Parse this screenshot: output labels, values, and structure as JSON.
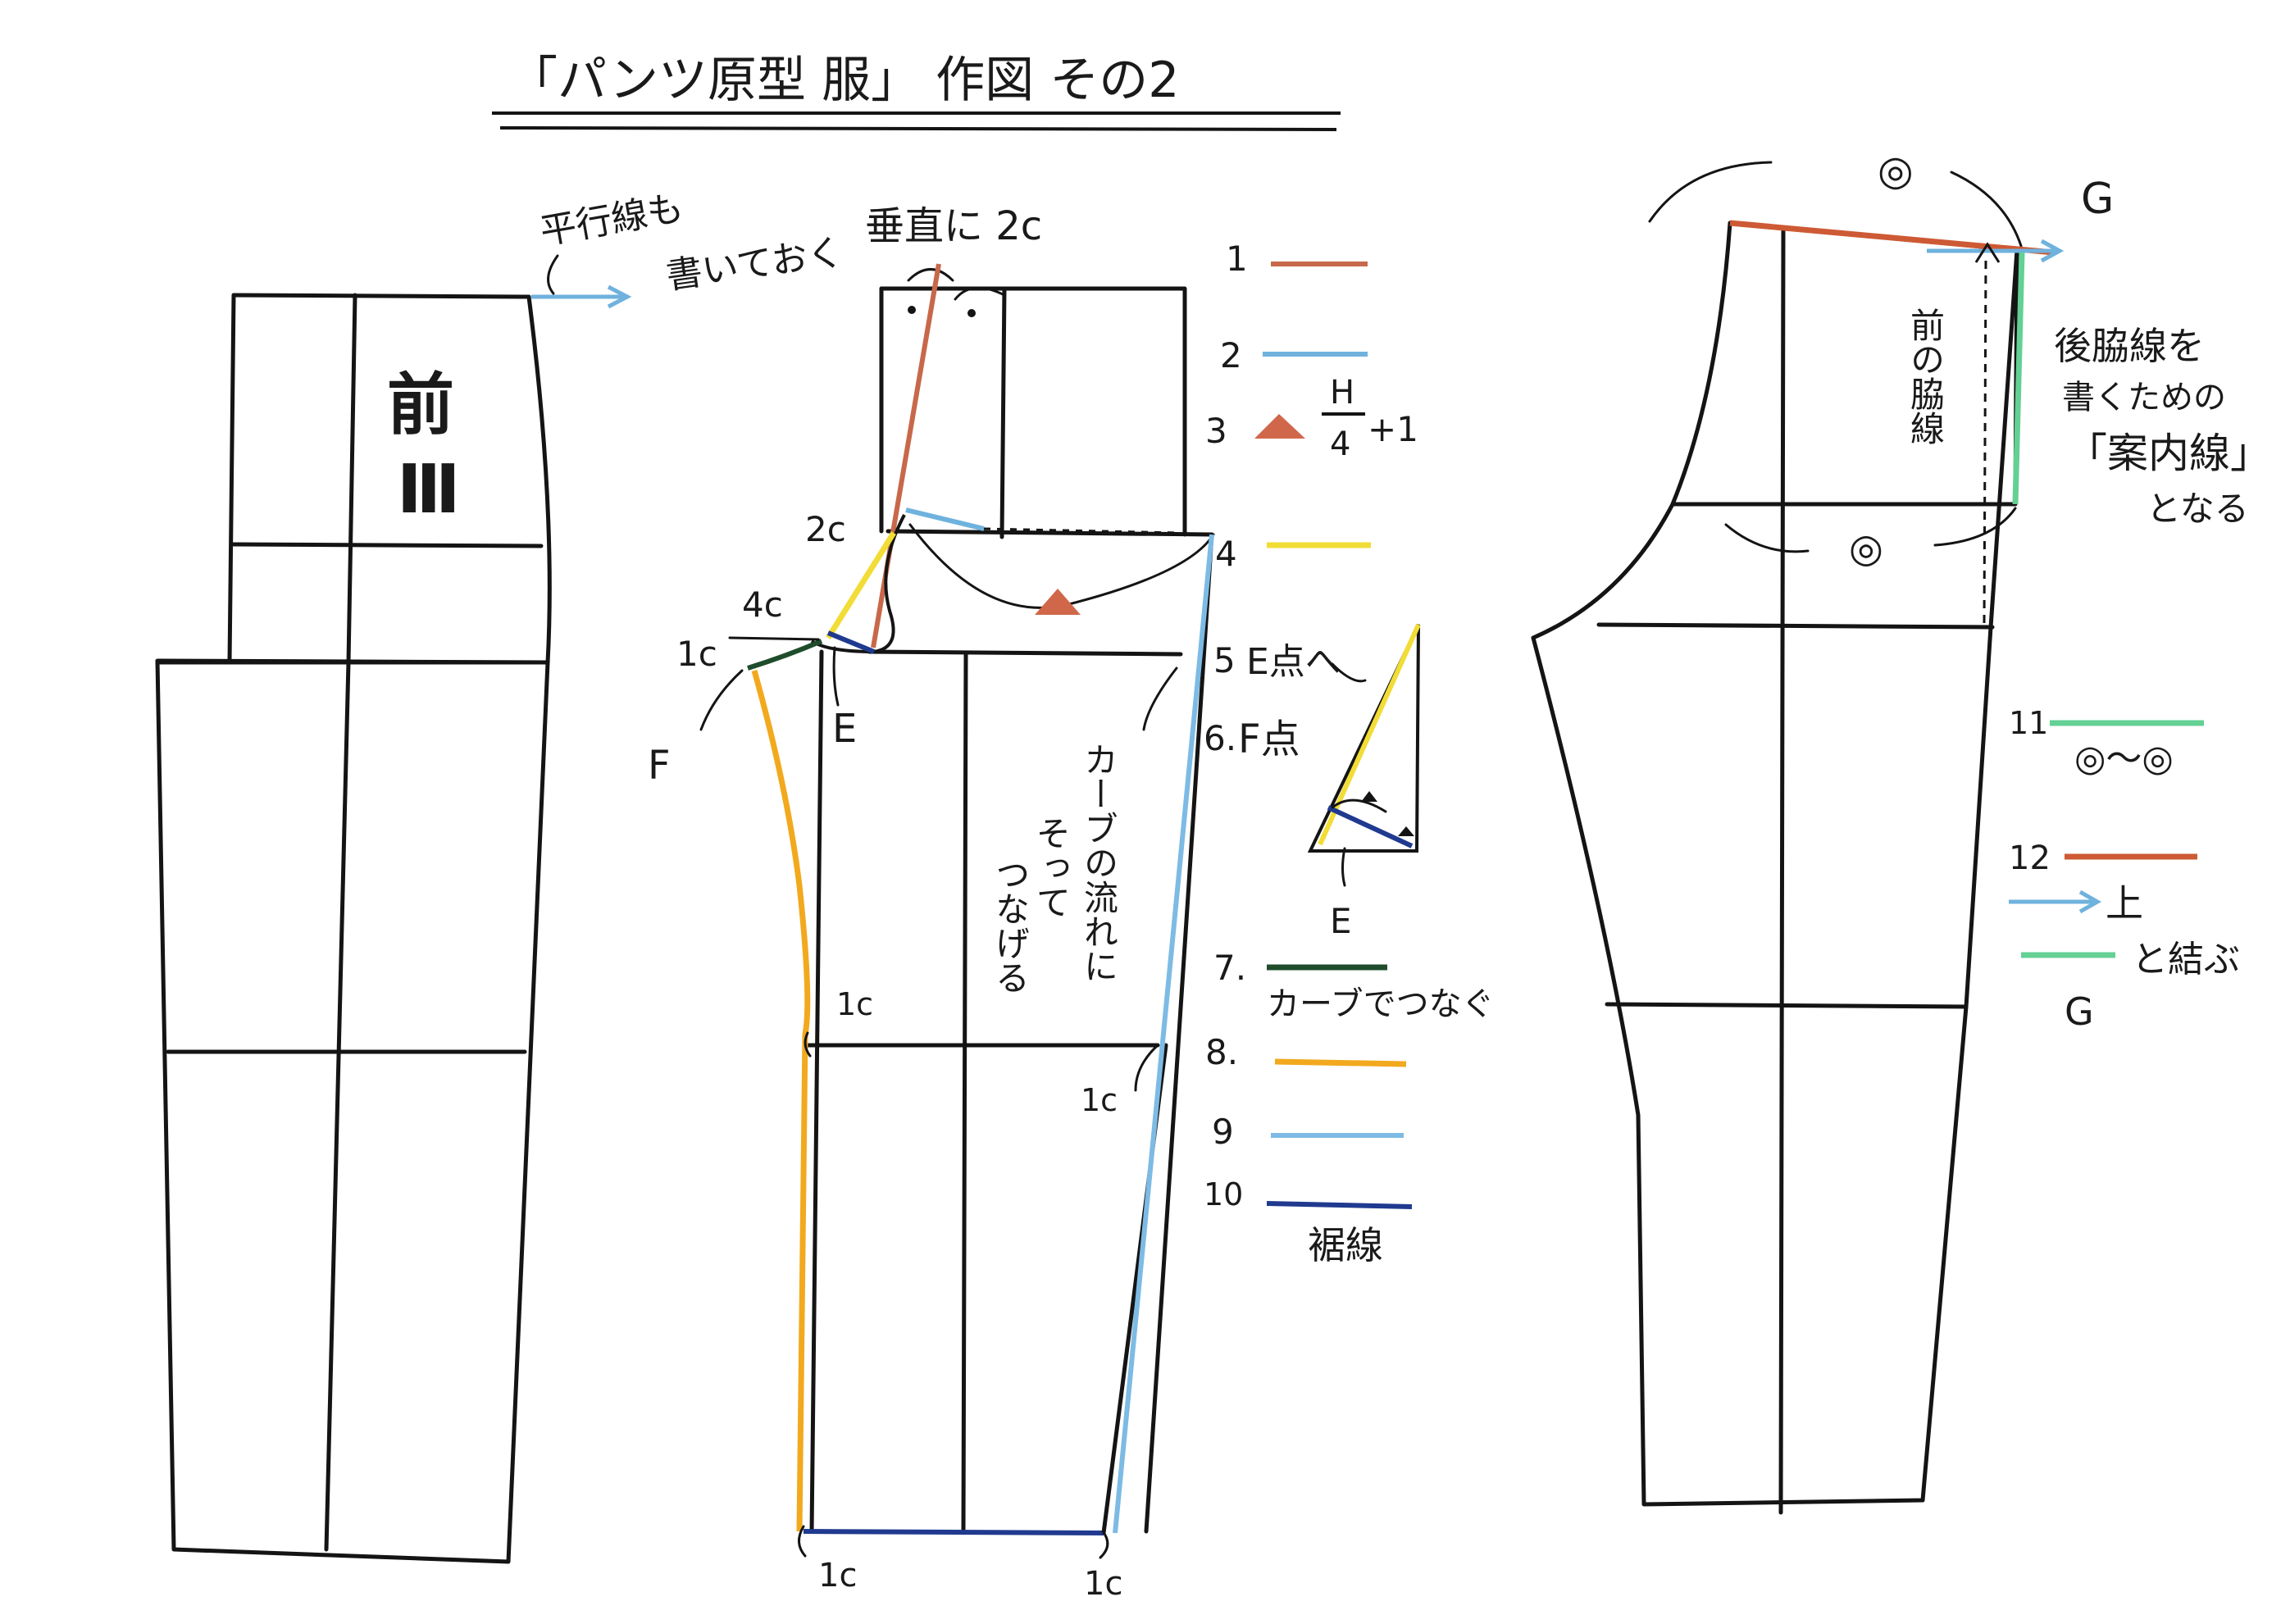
{
  "title": "「パンツ原型 服」 作図 その2",
  "colors": {
    "ink": "#141414",
    "line1_brown": "#c8684a",
    "line2_blue": "#6fb2dd",
    "triangle_mark": "#d0674a",
    "line4_yellow": "#f2dc36",
    "line7_darkgreen": "#1f4d2c",
    "line8_orange": "#f2a91e",
    "line9_blue": "#7dbbe4",
    "line10_navy": "#1f3a8f",
    "line11_green": "#63d094",
    "line12_brown": "#cd5a34"
  },
  "figure_front": {
    "label_top": "前",
    "label_bottom": "Ⅲ",
    "note_line1": "平行線も",
    "note_line2": "書いておく"
  },
  "figure_middle": {
    "note_vertical": "垂直に 2c",
    "mark_2c": "2c",
    "mark_4c": "4c",
    "mark_1c_left": "1c",
    "label_F": "F",
    "label_E": "E",
    "mark_1c_knee_left": "1c",
    "mark_1c_knee_right": "1c",
    "mark_1c_hem_left": "1c",
    "mark_1c_hem_right": "1c",
    "curve_note": [
      "カーブの流れに",
      "そって",
      "つなげる"
    ]
  },
  "legend": {
    "items": [
      {
        "num": "1",
        "color_key": "line1_brown"
      },
      {
        "num": "2",
        "color_key": "line2_blue"
      },
      {
        "num": "3",
        "text": "H",
        "denom": "4",
        "suffix": "+1"
      },
      {
        "num": "4",
        "color_key": "line4_yellow"
      },
      {
        "num": "5",
        "text": "E点へ"
      },
      {
        "num": "6.",
        "text": "F点"
      },
      {
        "num": "7.",
        "text": "カーブでつなぐ"
      },
      {
        "num": "8.",
        "color_key": "line8_orange"
      },
      {
        "num": "9",
        "color_key": "line9_blue"
      },
      {
        "num": "10",
        "text": "裾線"
      }
    ],
    "inset_label": "E"
  },
  "figure_back": {
    "mark_top": "◎",
    "mark_mid": "◎",
    "label_G": "G",
    "note_front_line": "前の脇線",
    "note_lines": [
      "後脇線を",
      "書くための",
      "「案内線」",
      "となる"
    ],
    "legend11_num": "11",
    "legend11_text": "◎〜◎",
    "legend12_num": "12",
    "legend12_text1": "上",
    "legend12_text2": "と結ぶ",
    "legend12_G": "G"
  }
}
